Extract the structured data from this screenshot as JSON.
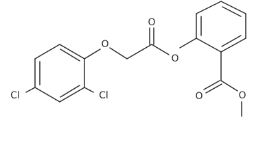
{
  "molecule": {
    "atom_labels": {
      "cl_para": "Cl",
      "cl_ortho": "Cl",
      "o_ether": "O",
      "o_carbonyl_1": "O",
      "o_ester_link": "O",
      "o_carbonyl_2": "O",
      "o_methoxy": "O"
    }
  }
}
